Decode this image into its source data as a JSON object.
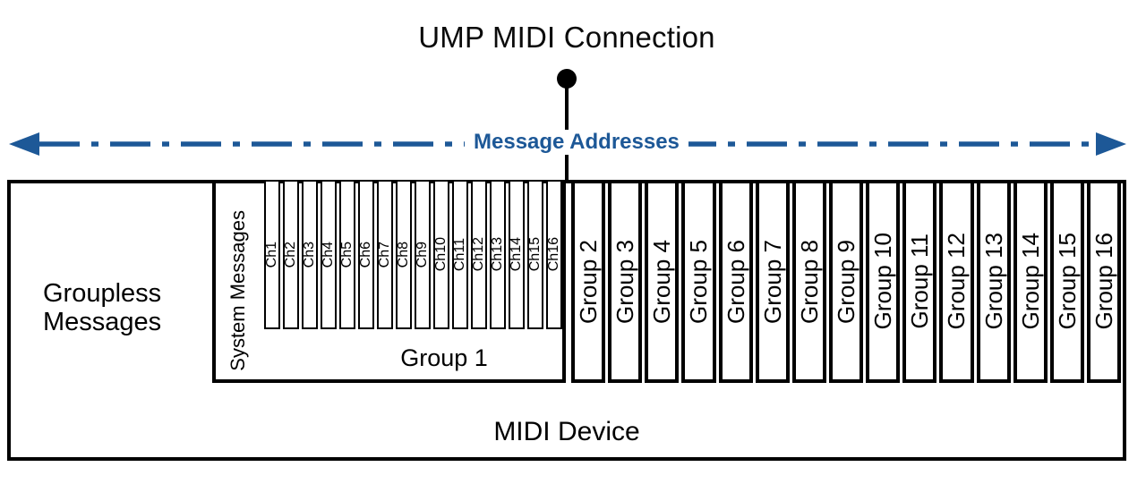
{
  "title": "UMP MIDI Connection",
  "message_addresses_label": "Message Addresses",
  "colors": {
    "accent_blue": "#1d5897",
    "diagram_black": "#000000"
  },
  "midi_device": {
    "label": "MIDI Device",
    "groupless_line1": "Groupless",
    "groupless_line2": "Messages",
    "group1": {
      "label": "Group 1",
      "system_messages_label": "System Messages",
      "channels": [
        "Ch1",
        "Ch2",
        "Ch3",
        "Ch4",
        "Ch5",
        "Ch6",
        "Ch7",
        "Ch8",
        "Ch9",
        "Ch10",
        "Ch11",
        "Ch12",
        "Ch13",
        "Ch14",
        "Ch15",
        "Ch16"
      ]
    },
    "groups": [
      "Group 2",
      "Group 3",
      "Group 4",
      "Group 5",
      "Group 6",
      "Group 7",
      "Group 8",
      "Group 9",
      "Group 10",
      "Group 11",
      "Group 12",
      "Group 13",
      "Group 14",
      "Group 15",
      "Group 16"
    ]
  }
}
